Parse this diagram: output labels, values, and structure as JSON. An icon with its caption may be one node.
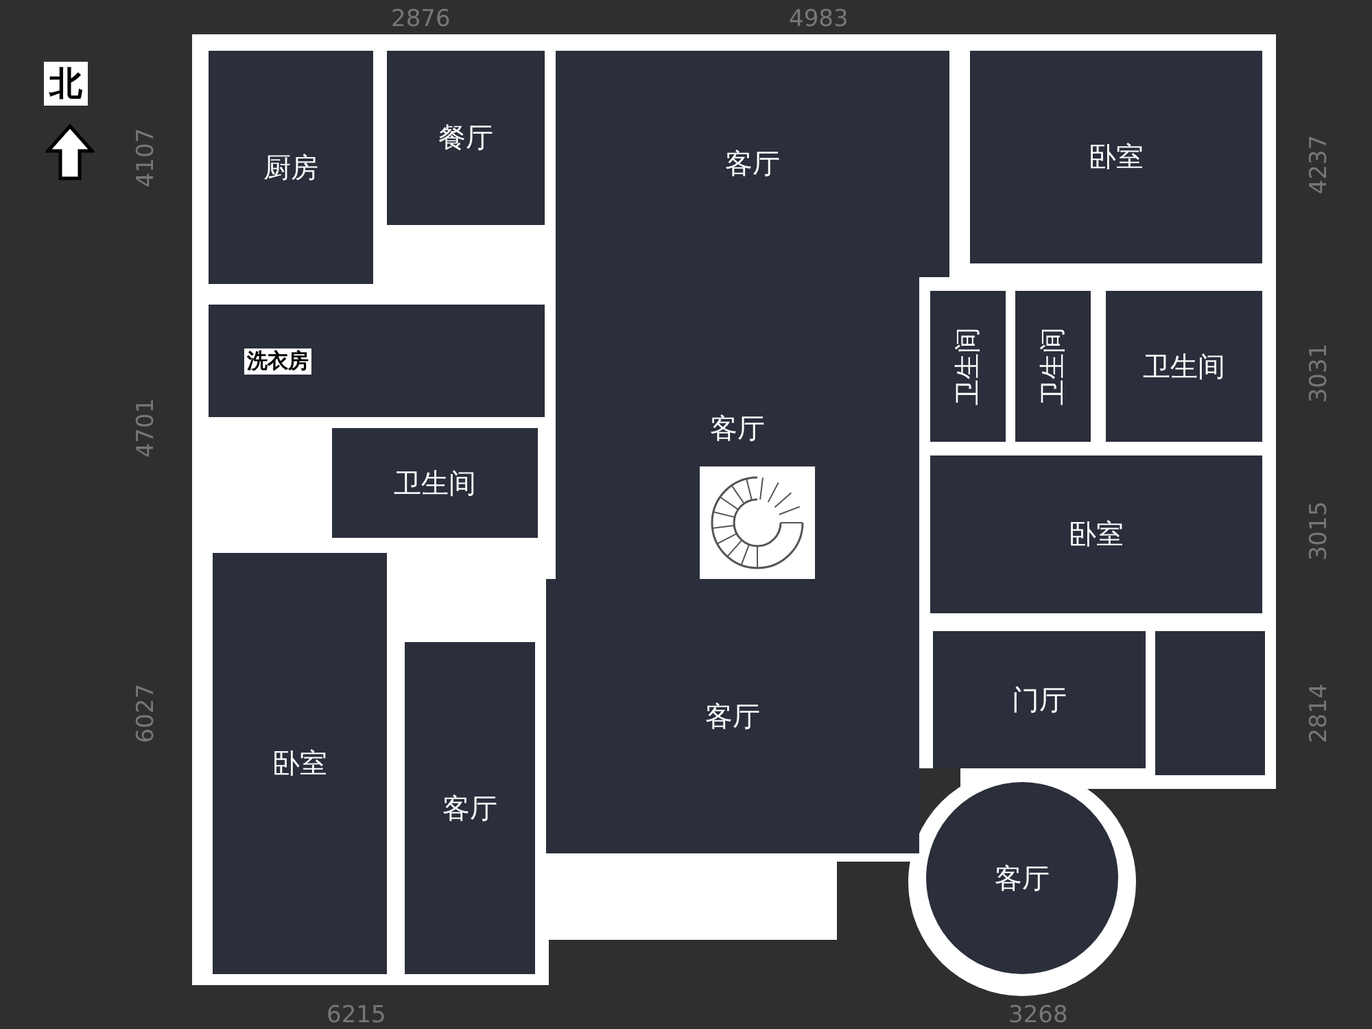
{
  "diagram": {
    "nodes": [
      {
        "text": [
          "厨房"
        ]
      },
      {
        "text": [
          "餐厅"
        ]
      },
      {
        "text": [
          "客厅"
        ]
      },
      {
        "text": [
          "卧室"
        ]
      },
      {
        "text": [
          "洗衣房"
        ]
      },
      {
        "text": [
          "卫生间"
        ]
      },
      {
        "text": [
          "卫生间"
        ]
      },
      {
        "text": [
          "卫生间"
        ]
      },
      {
        "text": [
          "客厅"
        ]
      },
      {
        "text": [
          "卫生间"
        ]
      },
      {
        "text": [
          "卧室"
        ]
      },
      {
        "text": [
          "门厅"
        ]
      },
      {
        "text": [
          "卧室"
        ]
      },
      {
        "text": [
          "客厅"
        ]
      },
      {
        "text": [
          "客厅"
        ]
      },
      {
        "text": [
          "客厅"
        ]
      },
      {
        "text": [],
        "shape": "box"
      }
    ],
    "labels": [
      "2876",
      "4983",
      "北",
      "4107",
      "4237",
      "3031",
      "4701",
      "3015",
      "6027",
      "2814",
      "6215",
      "3268"
    ]
  }
}
